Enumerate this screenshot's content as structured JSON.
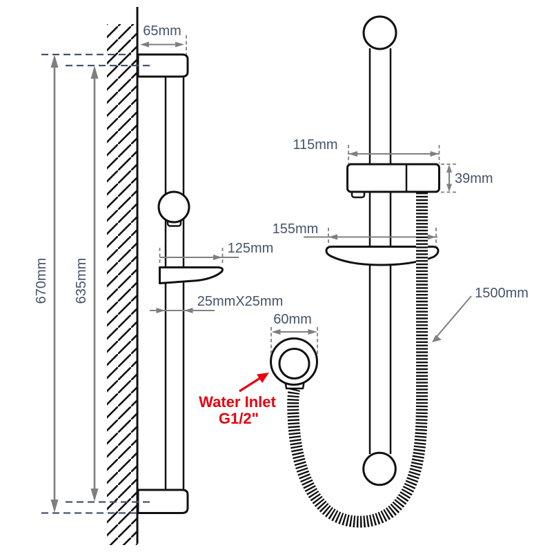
{
  "diagram": {
    "title_semantic": "shower-slide-bar-dimension-drawing",
    "side_view": {
      "wall_offset_label": "65mm",
      "overall_height_label": "670mm",
      "rail_span_label": "635mm",
      "soap_dish_depth_label": "125mm",
      "tube_section_label": "25mmX25mm"
    },
    "front_view": {
      "bracket_width_label": "115mm",
      "bracket_height_label": "39mm",
      "soap_dish_width_label": "155mm",
      "hose_length_label": "1500mm",
      "inlet_diameter_label": "60mm",
      "water_inlet_label_line1": "Water Inlet",
      "water_inlet_label_line2": "G1/2\""
    },
    "colors": {
      "drawing_line": "#111111",
      "dimension_line": "#7f7f7f",
      "dimension_text": "#44546a",
      "reference_dash": "#44546a",
      "accent_red": "#e8000f",
      "background": "#ffffff"
    }
  }
}
